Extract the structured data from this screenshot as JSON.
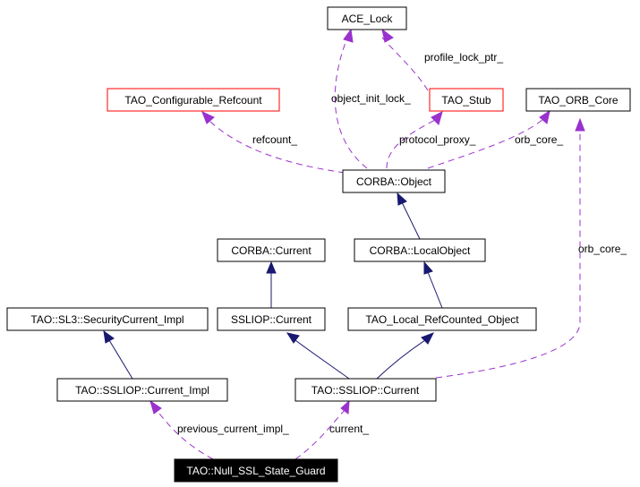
{
  "diagram": {
    "colors": {
      "inheritance_edge": "#191970",
      "usage_edge": "#9a32cd",
      "undocumented_border": "#ff0000",
      "focus_fill": "#000000"
    },
    "nodes": {
      "ace_lock": "ACE_Lock",
      "tao_configurable_refcount": "TAO_Configurable_Refcount",
      "tao_stub": "TAO_Stub",
      "tao_orb_core": "TAO_ORB_Core",
      "corba_object": "CORBA::Object",
      "corba_current": "CORBA::Current",
      "corba_localobject": "CORBA::LocalObject",
      "tao_sl3_securitycurrent_impl": "TAO::SL3::SecurityCurrent_Impl",
      "ssliop_current": "SSLIOP::Current",
      "tao_local_refcounted_object": "TAO_Local_RefCounted_Object",
      "tao_ssliop_current_impl": "TAO::SSLIOP::Current_Impl",
      "tao_ssliop_current": "TAO::SSLIOP::Current",
      "tao_null_ssl_state_guard": "TAO::Null_SSL_State_Guard"
    },
    "edge_labels": {
      "profile_lock_ptr": "profile_lock_ptr_",
      "object_init_lock": "object_init_lock_",
      "refcount": "refcount_",
      "protocol_proxy": "protocol_proxy_",
      "orb_core_object": "orb_core_",
      "orb_core_current": "orb_core_",
      "previous_current_impl": "previous_current_impl_",
      "current": "current_"
    }
  }
}
